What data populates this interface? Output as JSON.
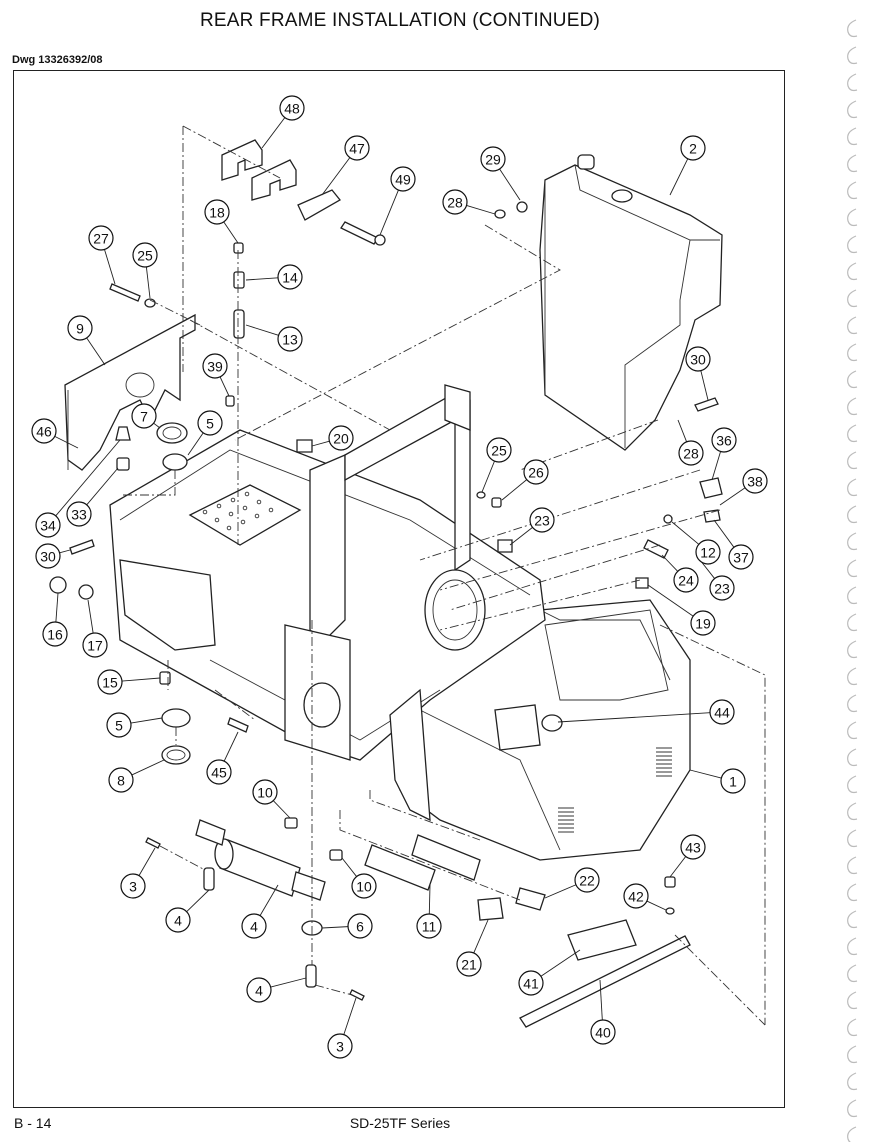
{
  "title": "REAR FRAME INSTALLATION (CONTINUED)",
  "drawing_number": "Dwg 13326392/08",
  "footer": {
    "page": "B - 14",
    "series": "SD-25TF Series"
  },
  "callouts": [
    {
      "id": "48",
      "label": "48"
    },
    {
      "id": "47",
      "label": "47"
    },
    {
      "id": "49",
      "label": "49"
    },
    {
      "id": "29",
      "label": "29"
    },
    {
      "id": "2",
      "label": "2"
    },
    {
      "id": "28a",
      "label": "28"
    },
    {
      "id": "18",
      "label": "18"
    },
    {
      "id": "27",
      "label": "27"
    },
    {
      "id": "25a",
      "label": "25"
    },
    {
      "id": "14",
      "label": "14"
    },
    {
      "id": "13",
      "label": "13"
    },
    {
      "id": "9",
      "label": "9"
    },
    {
      "id": "39",
      "label": "39"
    },
    {
      "id": "30a",
      "label": "30"
    },
    {
      "id": "7",
      "label": "7"
    },
    {
      "id": "5a",
      "label": "5"
    },
    {
      "id": "46",
      "label": "46"
    },
    {
      "id": "20",
      "label": "20"
    },
    {
      "id": "36",
      "label": "36"
    },
    {
      "id": "28b",
      "label": "28"
    },
    {
      "id": "25b",
      "label": "25"
    },
    {
      "id": "38",
      "label": "38"
    },
    {
      "id": "26",
      "label": "26"
    },
    {
      "id": "33",
      "label": "33"
    },
    {
      "id": "34",
      "label": "34"
    },
    {
      "id": "37",
      "label": "37"
    },
    {
      "id": "12",
      "label": "12"
    },
    {
      "id": "23a",
      "label": "23"
    },
    {
      "id": "30b",
      "label": "30"
    },
    {
      "id": "24",
      "label": "24"
    },
    {
      "id": "23b",
      "label": "23"
    },
    {
      "id": "19",
      "label": "19"
    },
    {
      "id": "16",
      "label": "16"
    },
    {
      "id": "17",
      "label": "17"
    },
    {
      "id": "15",
      "label": "15"
    },
    {
      "id": "44",
      "label": "44"
    },
    {
      "id": "5b",
      "label": "5"
    },
    {
      "id": "8",
      "label": "8"
    },
    {
      "id": "45",
      "label": "45"
    },
    {
      "id": "1",
      "label": "1"
    },
    {
      "id": "10a",
      "label": "10"
    },
    {
      "id": "43",
      "label": "43"
    },
    {
      "id": "3a",
      "label": "3"
    },
    {
      "id": "10b",
      "label": "10"
    },
    {
      "id": "22",
      "label": "22"
    },
    {
      "id": "42",
      "label": "42"
    },
    {
      "id": "4a",
      "label": "4"
    },
    {
      "id": "4b",
      "label": "4"
    },
    {
      "id": "6",
      "label": "6"
    },
    {
      "id": "11",
      "label": "11"
    },
    {
      "id": "21",
      "label": "21"
    },
    {
      "id": "41",
      "label": "41"
    },
    {
      "id": "4c",
      "label": "4"
    },
    {
      "id": "40",
      "label": "40"
    },
    {
      "id": "3b",
      "label": "3"
    }
  ]
}
